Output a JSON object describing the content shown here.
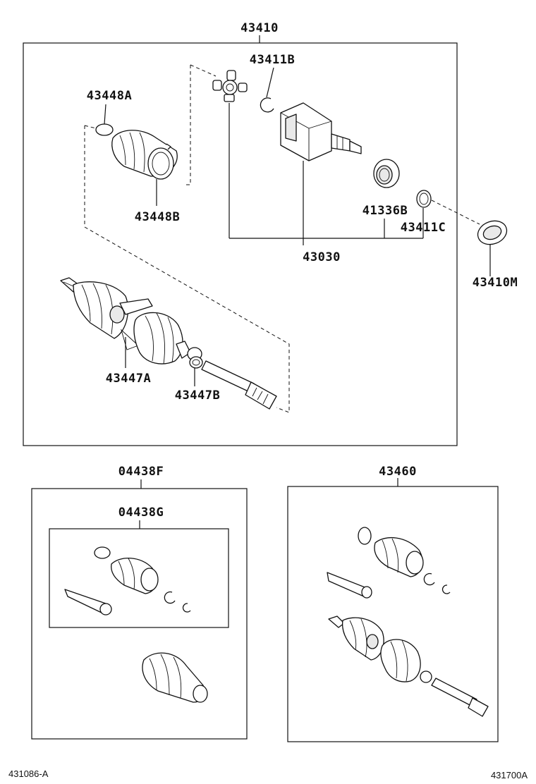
{
  "diagram": {
    "labels": {
      "assembly": "43410",
      "tripod": "43411B",
      "boot_clamp_a": "43448A",
      "boot_clamp_b": "43448B",
      "bearing": "41336B",
      "snap_ring": "43411C",
      "outer_joint": "43030",
      "dust_seal": "43410M",
      "clamp_a": "43447A",
      "clamp_b": "43447B",
      "boot_kit_outer": "04438F",
      "boot_kit_inner": "04438G",
      "shaft_assembly": "43460"
    },
    "footer": {
      "left_code": "431086-A",
      "right_code": "431700A"
    }
  }
}
